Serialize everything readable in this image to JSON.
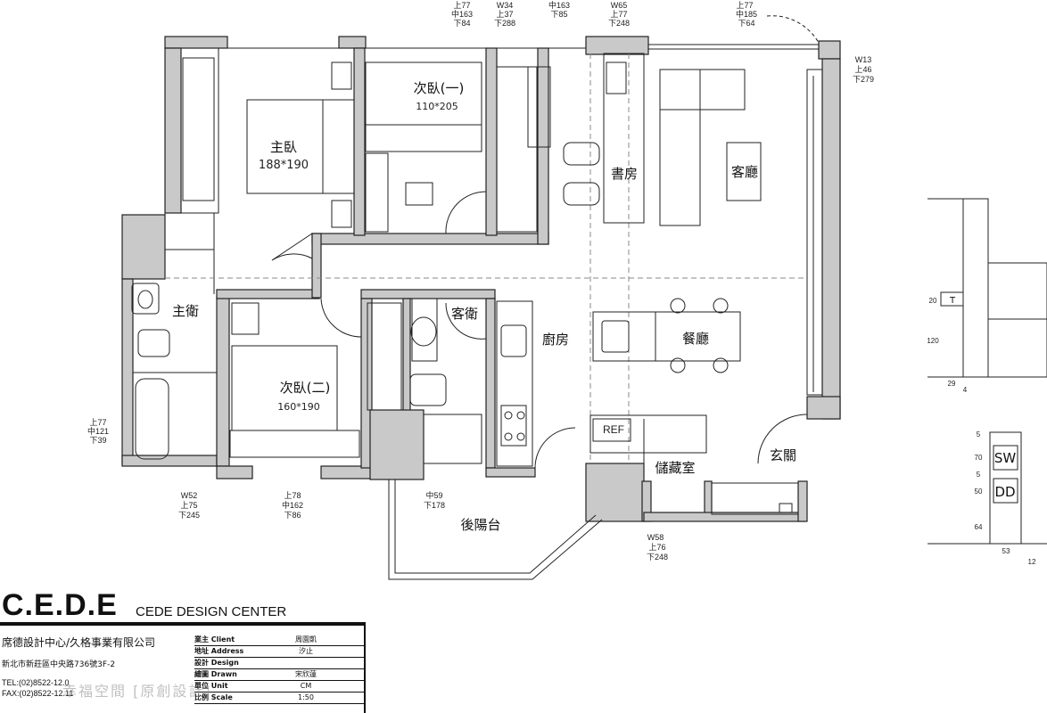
{
  "rooms": {
    "master_bedroom": "主臥",
    "master_bed_size": "188*190",
    "bedroom1": "次臥(一)",
    "bedroom1_size": "110*205",
    "study": "書房",
    "living": "客廳",
    "master_bath": "主衛",
    "bedroom2": "次臥(二)",
    "bedroom2_size": "160*190",
    "guest_bath": "客衛",
    "kitchen": "廚房",
    "dining": "餐廳",
    "storage": "儲藏室",
    "entrance": "玄關",
    "balcony": "後陽台",
    "fridge": "REF"
  },
  "window_callouts": {
    "top1": [
      "上77",
      "中163",
      "下84"
    ],
    "top2": [
      "W34",
      "上37",
      "下288"
    ],
    "top3": [
      "中163",
      "下85"
    ],
    "top4": [
      "W65",
      "上77",
      "下248"
    ],
    "top5": [
      "上77",
      "中185",
      "下64"
    ],
    "right1": [
      "W13",
      "上46",
      "下279"
    ],
    "left1": [
      "上77",
      "中121",
      "下39"
    ],
    "bottom1": [
      "W52",
      "上75",
      "下245"
    ],
    "bottom2": [
      "上78",
      "中162",
      "下86"
    ],
    "bottom3": [
      "中59",
      "下178"
    ],
    "bottom4": [
      "W58",
      "上76",
      "下248"
    ]
  },
  "elevation": {
    "dims_left_top": [
      "20",
      "120"
    ],
    "dims_bottom_top": [
      "29",
      "4"
    ],
    "dims_left_bottom": [
      "5",
      "70",
      "5",
      "50",
      "64"
    ],
    "dims_bottom_bottom": [
      "53",
      "12"
    ],
    "labels": [
      "T",
      "SW",
      "DD"
    ]
  },
  "title_block": {
    "brand": "C.E.D.E",
    "brand_sub": "CEDE DESIGN CENTER",
    "company": "席德設計中心/久格事業有限公司",
    "address": "新北市新莊區中央路736號3F-2",
    "tel": "TEL:(02)8522-12.0",
    "fax": "FAX:(02)8522-12.11",
    "rows": [
      {
        "k": "業主 Client",
        "v": "周園凱"
      },
      {
        "k": "地址 Address",
        "v": "汐止"
      },
      {
        "k": "設計 Design",
        "v": ""
      },
      {
        "k": "繪圖 Drawn",
        "v": "宋欣蓮"
      },
      {
        "k": "單位 Unit",
        "v": "CM"
      },
      {
        "k": "比例 Scale",
        "v": "1:50"
      }
    ],
    "watermark": "幸福空間 [原創設計]"
  }
}
